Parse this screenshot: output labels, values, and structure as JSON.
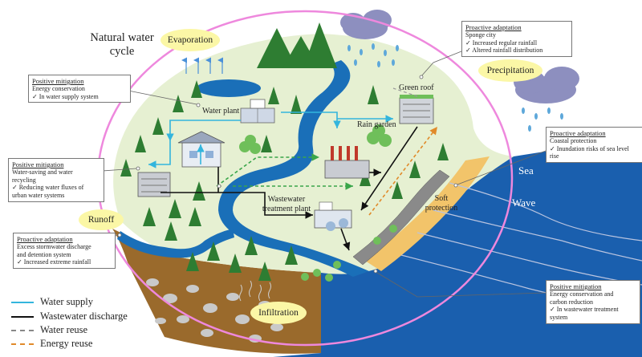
{
  "title": "Natural water cycle",
  "process_labels": {
    "evaporation": "Evaporation",
    "precipitation": "Precipitation",
    "runoff": "Runoff",
    "infiltration": "Infiltration"
  },
  "place_labels": {
    "water_plant": "Water plant",
    "green_roof": "Green roof",
    "rain_garden": "Rain garden",
    "wastewater_plant": "Wastewater treatment plant",
    "soft_protection": "Soft protection",
    "sea": "Sea",
    "wave": "Wave"
  },
  "boxes": {
    "mitigation_energy": {
      "title": "Positive mitigation",
      "lines": [
        "Energy conservation",
        "✓ In water supply system"
      ]
    },
    "adaptation_sponge": {
      "title": "Proactive adaptation",
      "lines": [
        "Sponge city",
        "✓ Increased regular rainfall",
        "✓ Altered rainfall distribution"
      ]
    },
    "mitigation_water_saving": {
      "title": "Positive mitigation",
      "lines": [
        "Water-saving and water",
        "recycling",
        "✓ Reducing water fluxes of",
        "urban water systems"
      ]
    },
    "adaptation_coastal": {
      "title": "Proactive adaptation",
      "lines": [
        "Coastal protection",
        "✓ Inundation risks of sea level",
        "rise"
      ]
    },
    "adaptation_stormwater": {
      "title": "Proactive adaptation",
      "lines": [
        "Excess stormwater discharge",
        "and detention system",
        "✓ Increased extreme rainfall"
      ]
    },
    "mitigation_wastewater": {
      "title": "Positive mitigation",
      "lines": [
        "Energy conservation and",
        "carbon reduction",
        "✓ In wastewater treatment",
        "system"
      ]
    }
  },
  "legend": [
    {
      "label": "Water supply",
      "color": "#33b5dd",
      "style": "solid"
    },
    {
      "label": "Wastewater discharge",
      "color": "#111111",
      "style": "solid"
    },
    {
      "label": "Water reuse",
      "color": "#888888",
      "style": "dashed"
    },
    {
      "label": "Energy reuse",
      "color": "#e08a2a",
      "style": "dashed"
    }
  ],
  "colors": {
    "land": "#e6f0d2",
    "river": "#1a6fb8",
    "sea": "#1a5fae",
    "soil": "#9a6a2c",
    "tree": "#2e7d32",
    "cycle_ring": "#ee88dd",
    "pill": "#fbf7a6",
    "beach": "#f2c46a",
    "cloud": "#8d8fbf",
    "rain": "#5ea8da"
  }
}
